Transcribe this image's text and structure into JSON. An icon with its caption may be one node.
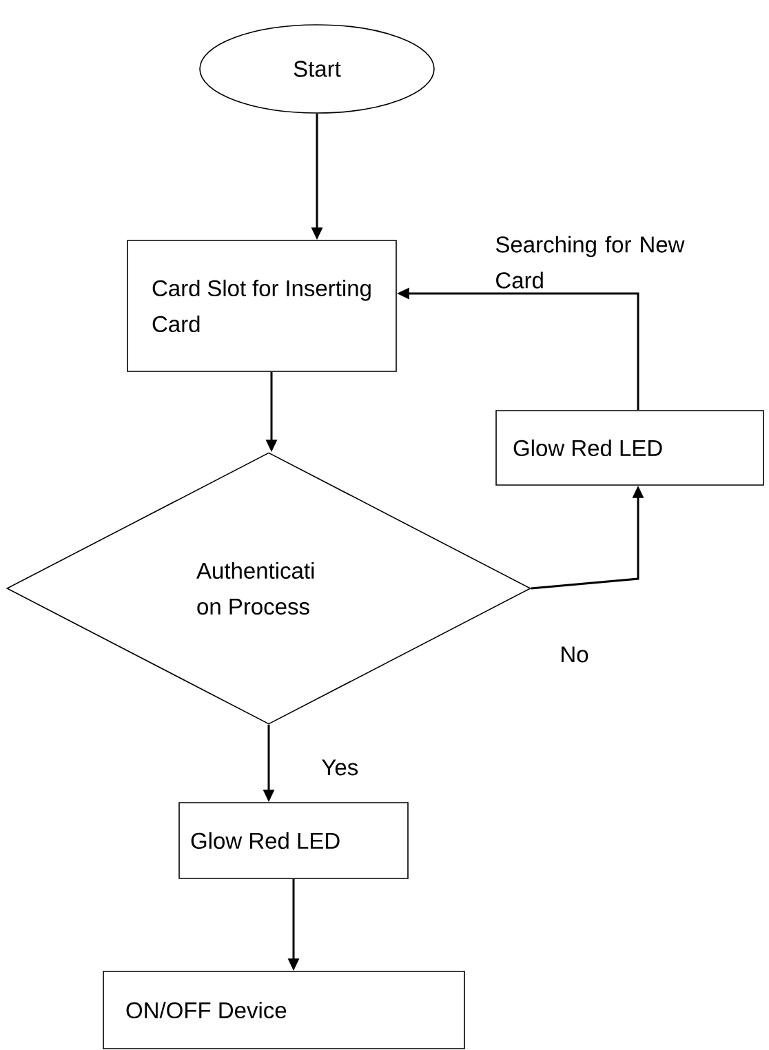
{
  "diagram": {
    "nodes": [
      {
        "text": [
          "Start"
        ]
      },
      {
        "text": [
          "Card Slot for Inserting Card"
        ]
      },
      {
        "text": [
          "Authenticati on Process"
        ]
      },
      {
        "text": [
          "Glow Red LED"
        ]
      },
      {
        "text": [
          "Glow Red LED"
        ]
      },
      {
        "text": [
          "ON/OFF Device"
        ]
      }
    ],
    "edges": [
      {
        "from": 0,
        "to": 1,
        "arrow": "to"
      },
      {
        "from": 1,
        "to": 2,
        "arrow": "to"
      },
      {
        "from": 2,
        "to": 3,
        "arrow": "to",
        "label": "No"
      },
      {
        "from": 3,
        "to": 1,
        "arrow": "to",
        "label": "Searching for New Card"
      },
      {
        "from": 2,
        "to": 4,
        "arrow": "to",
        "label": "Yes"
      },
      {
        "from": 4,
        "to": 5,
        "arrow": "to"
      }
    ]
  }
}
